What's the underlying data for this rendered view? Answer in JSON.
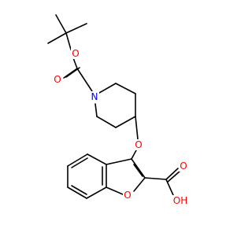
{
  "molecule": {
    "atoms": {
      "carbamate_ether_o": "O",
      "carbamate_carbonyl_o": "O",
      "piperidine_n": "N",
      "ether_o": "O",
      "furan_o": "O",
      "acid_carbonyl_o": "O",
      "acid_hydroxyl": "OH"
    },
    "colors": {
      "bond": "#000000",
      "oxygen": "#ff0000",
      "nitrogen": "#0000ff"
    }
  }
}
